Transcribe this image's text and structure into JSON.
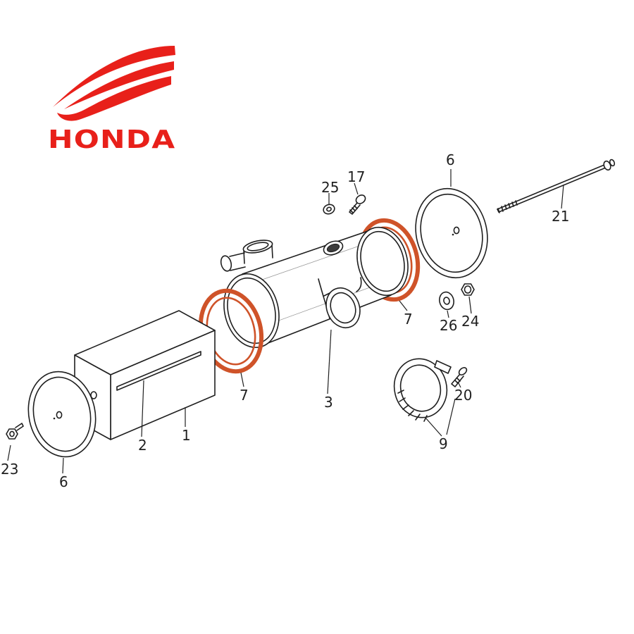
{
  "brand": {
    "name": "HONDA",
    "logo_color": "#e8201a"
  },
  "diagram": {
    "line_color": "#1f1f1f",
    "highlight_color": "#cf5329",
    "labels": [
      {
        "id": "part-25",
        "text": "25"
      },
      {
        "id": "part-17",
        "text": "17"
      },
      {
        "id": "part-6-right",
        "text": "6"
      },
      {
        "id": "part-21",
        "text": "21"
      },
      {
        "id": "part-7-right",
        "text": "7"
      },
      {
        "id": "part-26",
        "text": "26"
      },
      {
        "id": "part-24",
        "text": "24"
      },
      {
        "id": "part-3",
        "text": "3"
      },
      {
        "id": "part-7-left",
        "text": "7"
      },
      {
        "id": "part-20",
        "text": "20"
      },
      {
        "id": "part-9",
        "text": "9"
      },
      {
        "id": "part-1",
        "text": "1"
      },
      {
        "id": "part-2",
        "text": "2"
      },
      {
        "id": "part-6-left",
        "text": "6"
      },
      {
        "id": "part-23",
        "text": "23"
      }
    ]
  }
}
